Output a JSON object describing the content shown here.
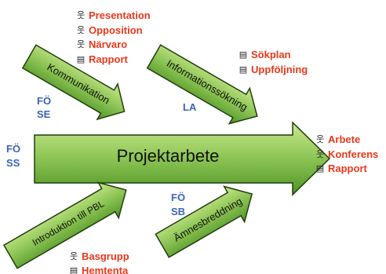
{
  "main_arrow": {
    "label": "Projektarbete",
    "fill_light": "#b9e07a",
    "fill_dark": "#5aa02c"
  },
  "arrows": [
    {
      "id": "kommunikation",
      "label": "Kommunikation"
    },
    {
      "id": "informationssokning",
      "label": "Informationssökning"
    },
    {
      "id": "introduktion",
      "label": "Introduktion till PBL"
    },
    {
      "id": "amnesbreddning",
      "label": "Ämnesbreddning"
    }
  ],
  "codes": {
    "fo_se": [
      "FÖ",
      "SE"
    ],
    "la": "LA",
    "fo_ss": [
      "FÖ",
      "SS"
    ],
    "fo_sb": [
      "FÖ",
      "SB"
    ]
  },
  "groups": {
    "kommunikation": [
      {
        "icon": "person-icon",
        "text": "Presentation"
      },
      {
        "icon": "person-icon",
        "text": "Opposition"
      },
      {
        "icon": "person-icon",
        "text": "Närvaro"
      },
      {
        "icon": "document-icon",
        "text": "Rapport"
      }
    ],
    "informationssokning": [
      {
        "icon": "document-icon",
        "text": "Sökplan"
      },
      {
        "icon": "document-icon",
        "text": "Uppföljning"
      }
    ],
    "projektarbete": [
      {
        "icon": "person-icon",
        "text": "Arbete"
      },
      {
        "icon": "person-icon",
        "text": "Konferens"
      },
      {
        "icon": "document-icon",
        "text": "Rapport"
      }
    ],
    "introduktion": [
      {
        "icon": "person-icon",
        "text": "Basgrupp"
      },
      {
        "icon": "document-icon",
        "text": "Hemtenta"
      }
    ]
  },
  "colors": {
    "accent_red": "#e8381b",
    "code_blue": "#3a64b8",
    "outline": "#1f3d0f"
  }
}
